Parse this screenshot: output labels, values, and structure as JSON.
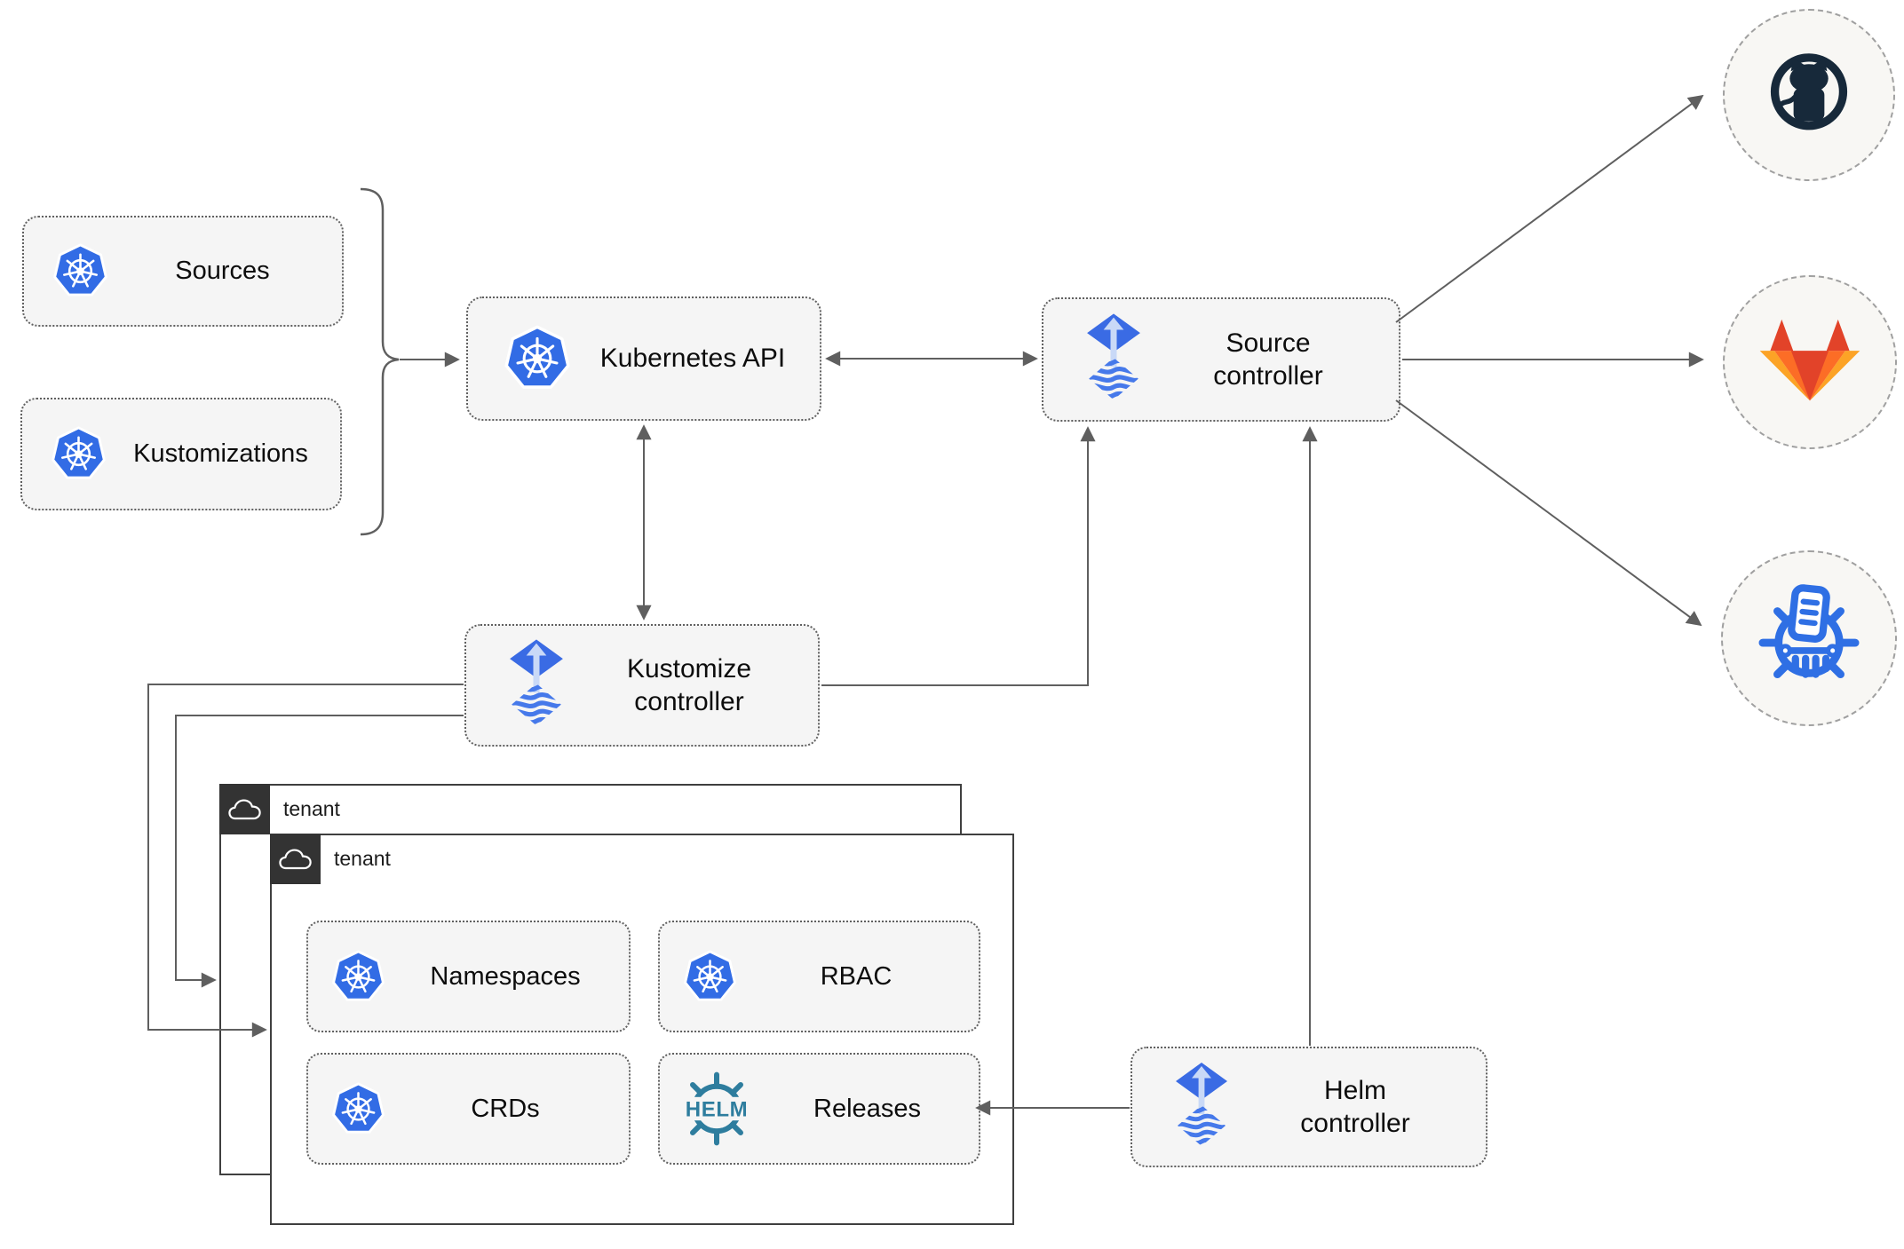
{
  "nodes": {
    "sources": {
      "label": "Sources",
      "icon": "kubernetes-logo"
    },
    "kustomizations": {
      "label": "Kustomizations",
      "icon": "kubernetes-logo"
    },
    "kubernetes_api": {
      "label": "Kubernetes API",
      "icon": "kubernetes-logo"
    },
    "source_controller": {
      "label": "Source controller",
      "icon": "flux-logo"
    },
    "kustomize_controller": {
      "label": "Kustomize controller",
      "icon": "flux-logo"
    },
    "helm_controller": {
      "label": "Helm controller",
      "icon": "flux-logo"
    }
  },
  "tenants": {
    "back": {
      "label": "tenant",
      "icon": "cloud-icon"
    },
    "front": {
      "label": "tenant",
      "icon": "cloud-icon",
      "items": [
        {
          "label": "Namespaces",
          "icon": "kubernetes-logo"
        },
        {
          "label": "RBAC",
          "icon": "kubernetes-logo"
        },
        {
          "label": "CRDs",
          "icon": "kubernetes-logo"
        },
        {
          "label": "Releases",
          "icon": "helm-logo",
          "icon_text": "HELM"
        }
      ]
    }
  },
  "remotes": [
    {
      "name": "GitHub",
      "icon": "github-logo"
    },
    {
      "name": "GitLab",
      "icon": "gitlab-logo"
    },
    {
      "name": "Chart repository",
      "icon": "chartmuseum-registry-logo"
    }
  ],
  "colors": {
    "kubernetes_blue": "#326ce5",
    "flux_blue": "#3a6be4",
    "flux_wave_blue": "#4679ea",
    "helm_teal": "#2e7d9e",
    "github_dark": "#17293a",
    "gitlab_red": "#e24329",
    "gitlab_orange": "#fc6d26",
    "gitlab_amber": "#fca326",
    "registry_blue": "#2f6fe4",
    "edge_gray": "#5f5f5f",
    "node_fill": "#f5f5f5",
    "tenant_badge_bg": "#333333",
    "remote_circle_bg": "#f8f7f4"
  }
}
